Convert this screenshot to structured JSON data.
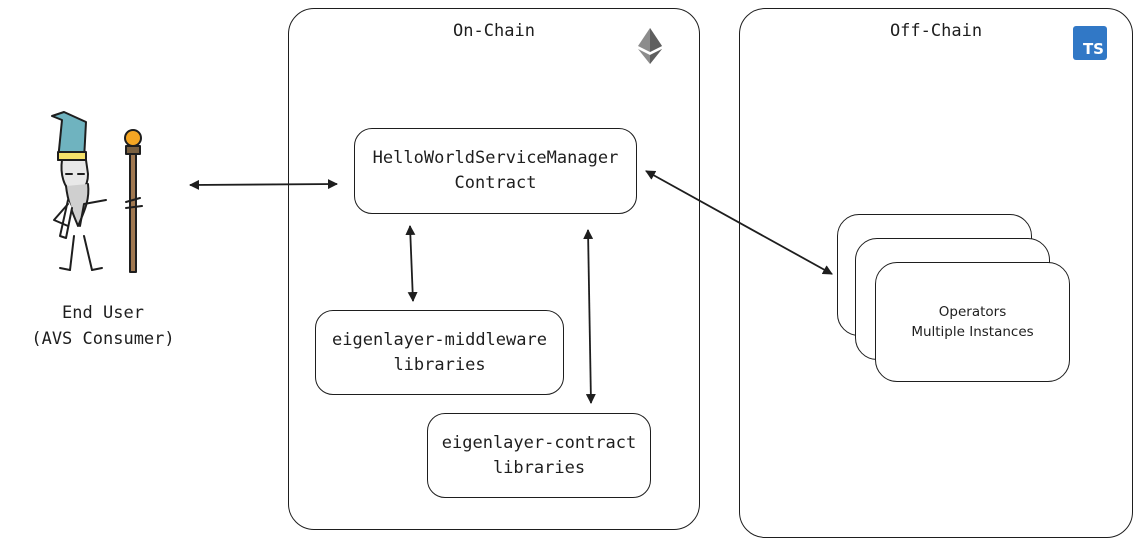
{
  "panels": {
    "on_chain": {
      "title": "On-Chain"
    },
    "off_chain": {
      "title": "Off-Chain"
    }
  },
  "nodes": {
    "service_manager": {
      "line1": "HelloWorldServiceManager",
      "line2": "Contract"
    },
    "middleware": {
      "line1": "eigenlayer-middleware",
      "line2": "libraries"
    },
    "contract_libs": {
      "line1": "eigenlayer-contract",
      "line2": "libraries"
    },
    "operators": {
      "line1": "Operators",
      "line2": "Multiple Instances"
    }
  },
  "user": {
    "line1": "End User",
    "line2": "(AVS Consumer)"
  },
  "icons": {
    "ethereum": "ethereum-icon",
    "typescript": {
      "name": "typescript-icon",
      "text": "TS",
      "color": "#3178c6"
    },
    "wizard": "wizard-avatar-icon"
  },
  "colors": {
    "stroke": "#1e1e1e",
    "hat": "#6fb3bf",
    "hat_band": "#f4e06a",
    "staff_orb": "#f5a623",
    "staff": "#a07850"
  }
}
